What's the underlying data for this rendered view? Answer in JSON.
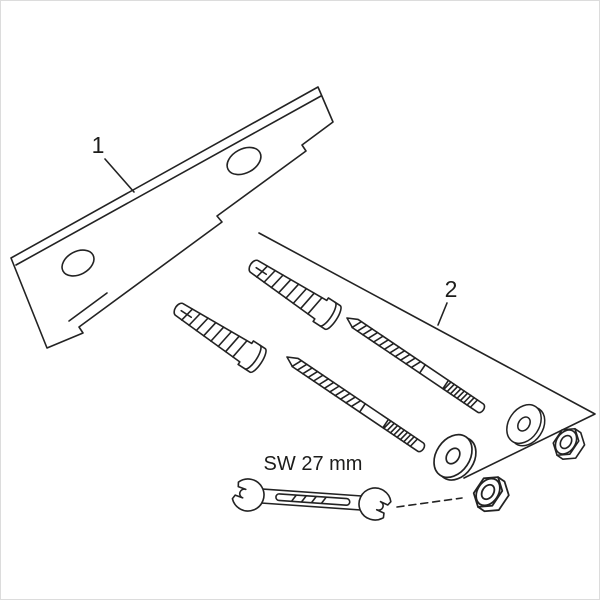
{
  "page": {
    "background": "#ffffff",
    "line_color": "#232323",
    "text_color": "#1d1d1b"
  },
  "callouts": {
    "item1": {
      "label": "1"
    },
    "item2": {
      "label": "2"
    }
  },
  "wrench": {
    "size_label": "SW 27 mm"
  }
}
